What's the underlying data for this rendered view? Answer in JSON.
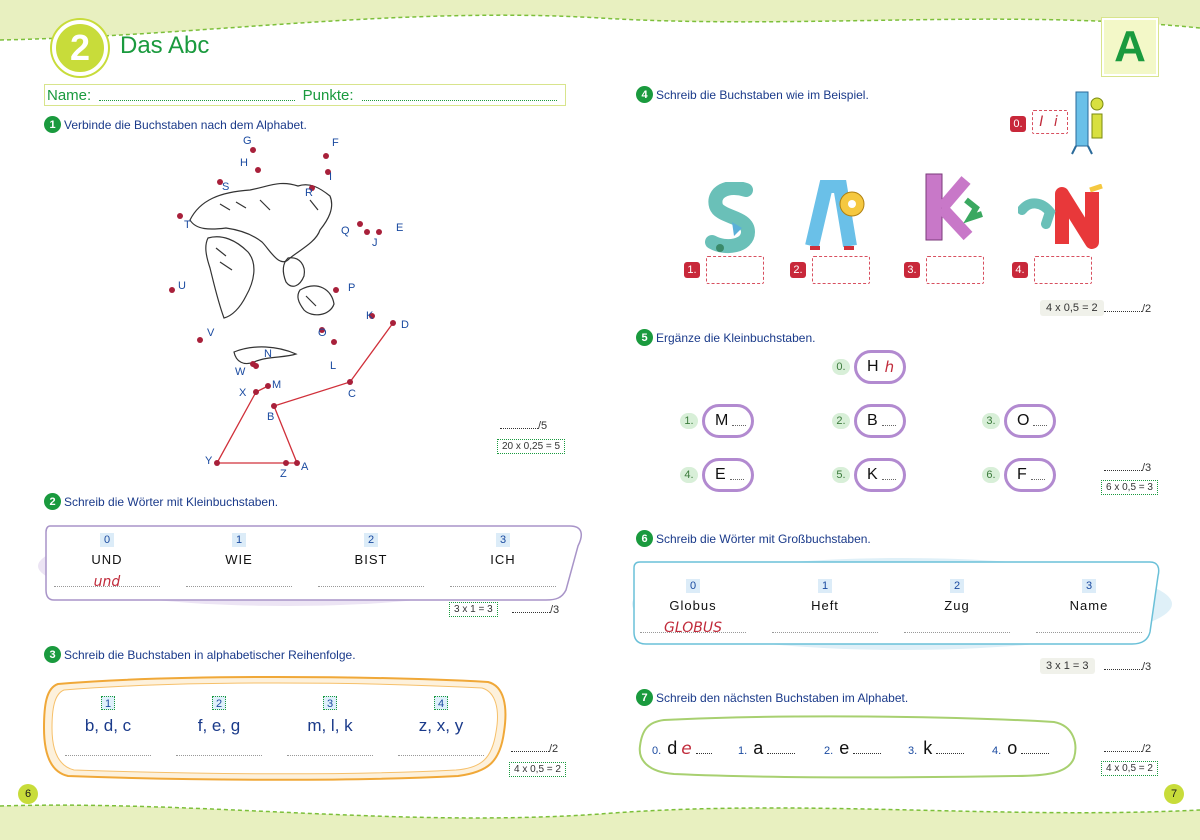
{
  "chapter": {
    "number": "2",
    "title": "Das Abc",
    "section_letter": "A"
  },
  "header": {
    "name_label": "Name:",
    "points_label": "Punkte:"
  },
  "task1": {
    "num": "1",
    "instruction": "Verbinde die Buchstaben nach dem Alphabet.",
    "score": "/5",
    "formula": "20 x 0,25 = 5",
    "letters": [
      "A",
      "B",
      "C",
      "D",
      "E",
      "F",
      "G",
      "H",
      "I",
      "J",
      "K",
      "L",
      "M",
      "N",
      "O",
      "P",
      "Q",
      "R",
      "S",
      "T",
      "U",
      "V",
      "W",
      "X",
      "Y",
      "Z"
    ]
  },
  "task2": {
    "num": "2",
    "instruction": "Schreib die Wörter mit Kleinbuchstaben.",
    "formula": "3 x 1 = 3",
    "score": "/3",
    "items": [
      {
        "index": "0",
        "word": "UND",
        "answer": "und"
      },
      {
        "index": "1",
        "word": "WIE",
        "answer": ""
      },
      {
        "index": "2",
        "word": "BIST",
        "answer": ""
      },
      {
        "index": "3",
        "word": "ICH",
        "answer": ""
      }
    ]
  },
  "task3": {
    "num": "3",
    "instruction": "Schreib die Buchstaben in alphabetischer Reihenfolge.",
    "score": "/2",
    "formula": "4 x 0,5 = 2",
    "items": [
      {
        "index": "1",
        "letters": "b, d, c"
      },
      {
        "index": "2",
        "letters": "f, e, g"
      },
      {
        "index": "3",
        "letters": "m, l, k"
      },
      {
        "index": "4",
        "letters": "z, x, y"
      }
    ]
  },
  "task4": {
    "num": "4",
    "instruction": "Schreib die Buchstaben wie im Beispiel.",
    "example_index": "0.",
    "example_answer": "I i",
    "formula": "4 x 0,5 = 2",
    "score": "/2",
    "items": [
      {
        "index": "1."
      },
      {
        "index": "2."
      },
      {
        "index": "3."
      },
      {
        "index": "4."
      }
    ]
  },
  "task5": {
    "num": "5",
    "instruction": "Ergänze die Kleinbuchstaben.",
    "example": {
      "index": "0.",
      "upper": "H",
      "lower": "h"
    },
    "score": "/3",
    "formula": "6 x 0,5 = 3",
    "items": [
      {
        "index": "1.",
        "upper": "M"
      },
      {
        "index": "2.",
        "upper": "B"
      },
      {
        "index": "3.",
        "upper": "O"
      },
      {
        "index": "4.",
        "upper": "E"
      },
      {
        "index": "5.",
        "upper": "K"
      },
      {
        "index": "6.",
        "upper": "F"
      }
    ]
  },
  "task6": {
    "num": "6",
    "instruction": "Schreib die Wörter mit Großbuchstaben.",
    "formula": "3 x 1 = 3",
    "score": "/3",
    "items": [
      {
        "index": "0",
        "word": "Globus",
        "answer": "GLOBUS"
      },
      {
        "index": "1",
        "word": "Heft",
        "answer": ""
      },
      {
        "index": "2",
        "word": "Zug",
        "answer": ""
      },
      {
        "index": "3",
        "word": "Name",
        "answer": ""
      }
    ]
  },
  "task7": {
    "num": "7",
    "instruction": "Schreib den nächsten Buchstaben im Alphabet.",
    "score": "/2",
    "formula": "4 x 0,5 = 2",
    "items": [
      {
        "index": "0.",
        "letter": "d",
        "answer": "e"
      },
      {
        "index": "1.",
        "letter": "a",
        "answer": ""
      },
      {
        "index": "2.",
        "letter": "e",
        "answer": ""
      },
      {
        "index": "3.",
        "letter": "k",
        "answer": ""
      },
      {
        "index": "4.",
        "letter": "o",
        "answer": ""
      }
    ]
  },
  "pages": {
    "left": "6",
    "right": "7"
  },
  "colors": {
    "accent_green": "#1a9a3e",
    "lime": "#c8dc3a",
    "blue_text": "#1a3a8a",
    "red": "#c8283a",
    "purple": "#b28ad0"
  }
}
